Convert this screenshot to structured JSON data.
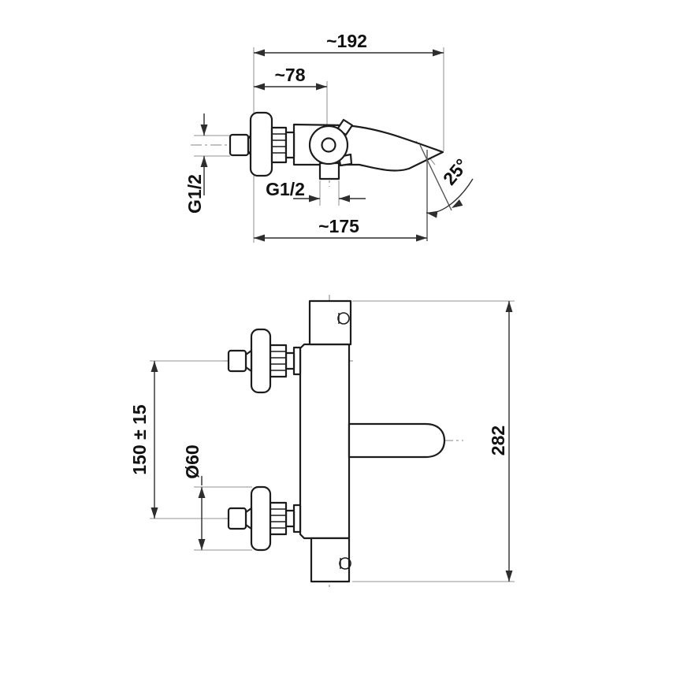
{
  "drawing": {
    "type": "technical-dimension-drawing",
    "views": {
      "top_view": {
        "labels": {
          "total_depth": "~192",
          "wall_to_shower_outlet": "~78",
          "shower_connection_thread": "G1/2",
          "bath_outlet_thread": "G1/2",
          "spout_reach": "~175",
          "spout_angle": "25°"
        }
      },
      "front_view": {
        "labels": {
          "supply_centers_distance": "150 ± 15",
          "rosette_diameter": "Ø60",
          "overall_height": "282"
        }
      }
    },
    "colors": {
      "outline": "#1c1c1c",
      "dimension": "#2e2e2e",
      "extension": "#a9a9a9",
      "centerline": "#9aa0a4",
      "background": "#ffffff",
      "text": "#111111"
    }
  }
}
